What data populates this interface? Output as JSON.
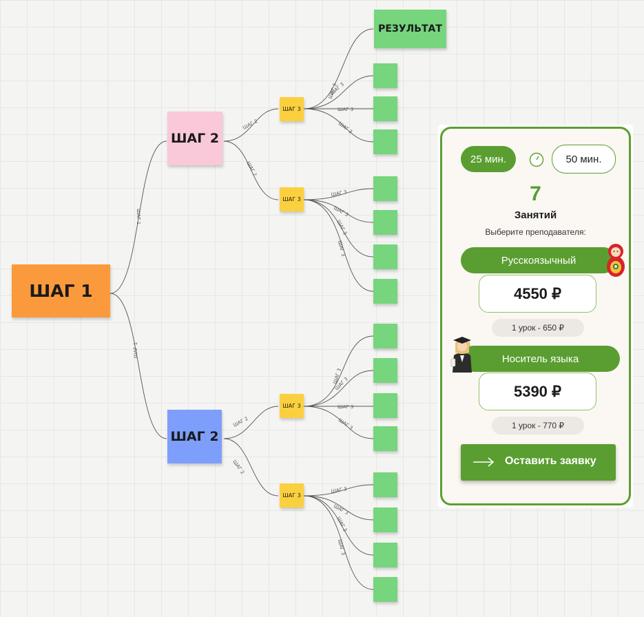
{
  "diagram": {
    "step1": "ШАГ 1",
    "step2": "ШАГ 2",
    "step3": "ШАГ 3",
    "result": "РЕЗУЛЬТАТ",
    "edge_step1": "ШАГ 1",
    "edge_step2": "ШАГ 2",
    "edge_step3": "ШАГ 3",
    "colors": {
      "step1": "#fb9a3c",
      "step2_top": "#f9c8d9",
      "step2_bottom": "#7d9efb",
      "step3": "#fbd03f",
      "leaf": "#76d57d",
      "result": "#76d57d"
    }
  },
  "card": {
    "duration_short": "25 мин.",
    "duration_long": "50 мин.",
    "clock_icon": "clock-icon",
    "lessons_count": "7",
    "lessons_label": "Занятий",
    "choose_teacher": "Выберите преподавателя:",
    "russian": {
      "label": "Русскоязычный",
      "price": "4550 ₽",
      "per_lesson": "1 урок - 650 ₽",
      "icon": "matryoshka-icon"
    },
    "native": {
      "label": "Носитель языка",
      "price": "5390 ₽",
      "per_lesson": "1 урок - 770 ₽",
      "icon": "graduate-icon"
    },
    "submit": "Оставить заявку",
    "submit_icon": "arrow-right-icon",
    "accent": "#5a9e31"
  }
}
